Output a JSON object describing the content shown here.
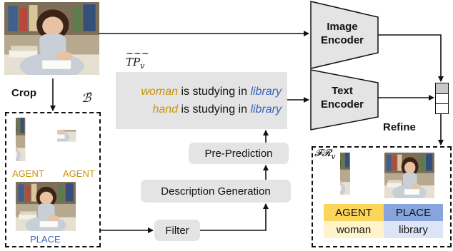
{
  "labels": {
    "crop": "Crop",
    "bbox_symbol": "ℬ̂",
    "refine": "Refine",
    "tp_symbol": "TP",
    "tp_sub": "v",
    "fr_symbol": "𝓕𝓡",
    "fr_sub": "v"
  },
  "encoders": {
    "image": [
      "Image",
      "Encoder"
    ],
    "text": [
      "Text",
      "Encoder"
    ]
  },
  "steps": {
    "pre_prediction": "Pre-Prediction",
    "description_generation": "Description Generation",
    "filter": "Filter"
  },
  "prompts": [
    {
      "subject": "woman",
      "middle": " is studying in ",
      "place": "library"
    },
    {
      "subject": "hand",
      "middle": " is studying in ",
      "place": "library"
    }
  ],
  "crop_tags": {
    "agent1": "AGENT",
    "agent2": "AGENT",
    "place": "PLACE"
  },
  "result_table": {
    "headers": [
      "AGENT",
      "PLACE"
    ],
    "values": [
      "woman",
      "library"
    ]
  },
  "colors": {
    "agent": "#c9940c",
    "place": "#3a63b7",
    "agent_header_bg": "#fcd55b",
    "agent_value_bg": "#fef3c9",
    "place_header_bg": "#87a5dc",
    "place_value_bg": "#dbe5f5",
    "trapezoid": "#e4e4e4",
    "box_gray": "#e4e4e4"
  }
}
